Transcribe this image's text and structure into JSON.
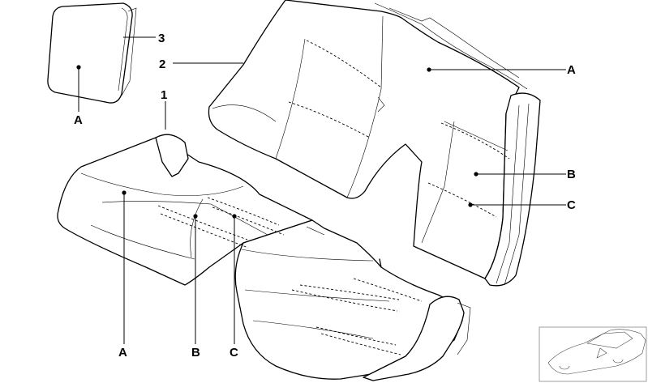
{
  "callouts": {
    "part_1": "1",
    "part_2": "2",
    "part_3": "3",
    "headrest_a": "A",
    "backrest_a": "A",
    "backrest_b": "B",
    "backrest_c": "C",
    "cushion_a": "A",
    "cushion_b": "B",
    "cushion_c": "C"
  }
}
